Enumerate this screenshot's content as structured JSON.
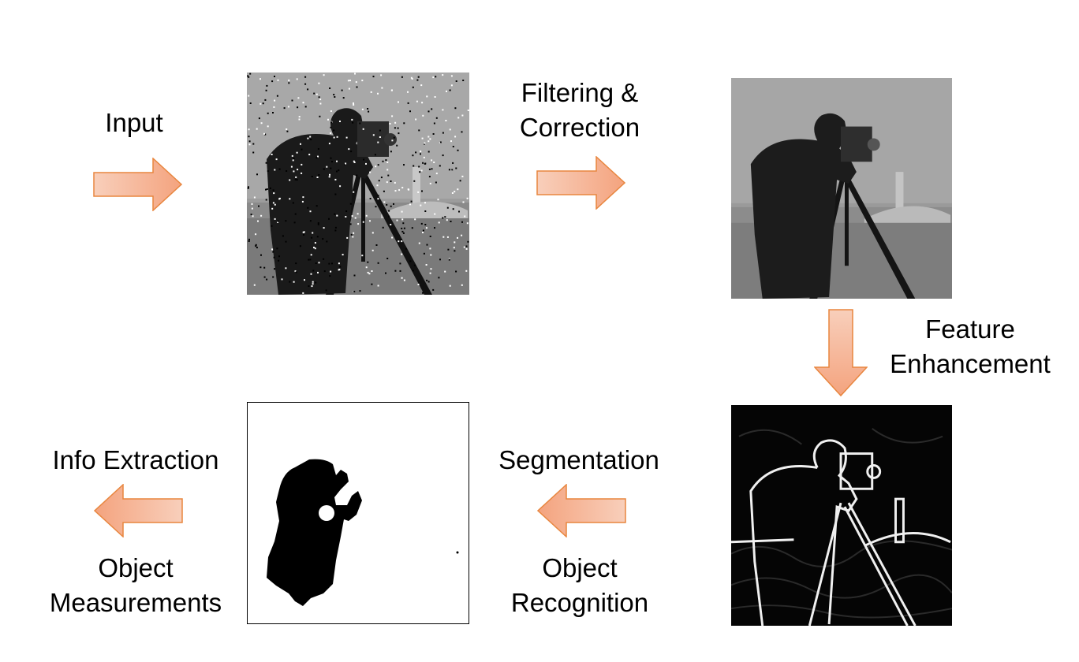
{
  "colors": {
    "arrow_fill_start": "#f4a37e",
    "arrow_fill_end": "#f8cfbb",
    "arrow_stroke": "#e8863f"
  },
  "labels": {
    "input": "Input",
    "filtering_line1": "Filtering &",
    "filtering_line2": "Correction",
    "feature_line1": "Feature",
    "feature_line2": "Enhancement",
    "segmentation": "Segmentation",
    "object_recognition_line1": "Object",
    "object_recognition_line2": "Recognition",
    "info_extraction": "Info Extraction",
    "object_measurements_line1": "Object",
    "object_measurements_line2": "Measurements"
  },
  "images": [
    {
      "name": "noisy-input-image",
      "description_icon": "cameraman-noisy"
    },
    {
      "name": "filtered-image",
      "description_icon": "cameraman-smoothed"
    },
    {
      "name": "edge-enhanced-image",
      "description_icon": "cameraman-edges"
    },
    {
      "name": "segmented-mask-image",
      "description_icon": "cameraman-silhouette"
    }
  ]
}
